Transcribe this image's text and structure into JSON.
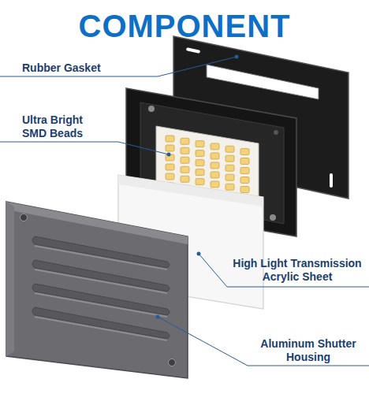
{
  "diagram": {
    "title": "COMPONENT",
    "labels": [
      "Rubber Gasket",
      "Ultra Bright SMD Beads",
      "High Light Transmission Acrylic Sheet",
      "Aluminum Shutter Housing"
    ]
  }
}
